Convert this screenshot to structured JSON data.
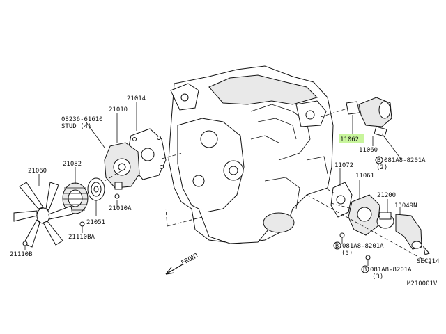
{
  "callouts": {
    "p21014": "21014",
    "p21010": "21010",
    "p08236": "08236-61610",
    "stud": "STUD (4)",
    "p21082": "21082",
    "p21060": "21060",
    "p21010A": "21010A",
    "p21051": "21051",
    "p21110BA": "21110BA",
    "p21110B": "21110B",
    "p11062": "11062",
    "p11060": "11060",
    "p081A8_top": "081A8-8201A",
    "qty_top": "(2)",
    "p11072": "11072",
    "p11061": "11061",
    "p21200": "21200",
    "p13049N": "13049N",
    "p081A8_mid": "081A8-8201A",
    "qty_mid": "(5)",
    "p081A8_bot": "081A8-8201A",
    "qty_bot": "(3)",
    "sec214": "SEC214",
    "front": "FRONT",
    "diagram_id": "M210001V",
    "bolt_symbol": "B"
  },
  "colors": {
    "highlight": "#c8f59c",
    "line": "#111111",
    "background": "#ffffff"
  }
}
